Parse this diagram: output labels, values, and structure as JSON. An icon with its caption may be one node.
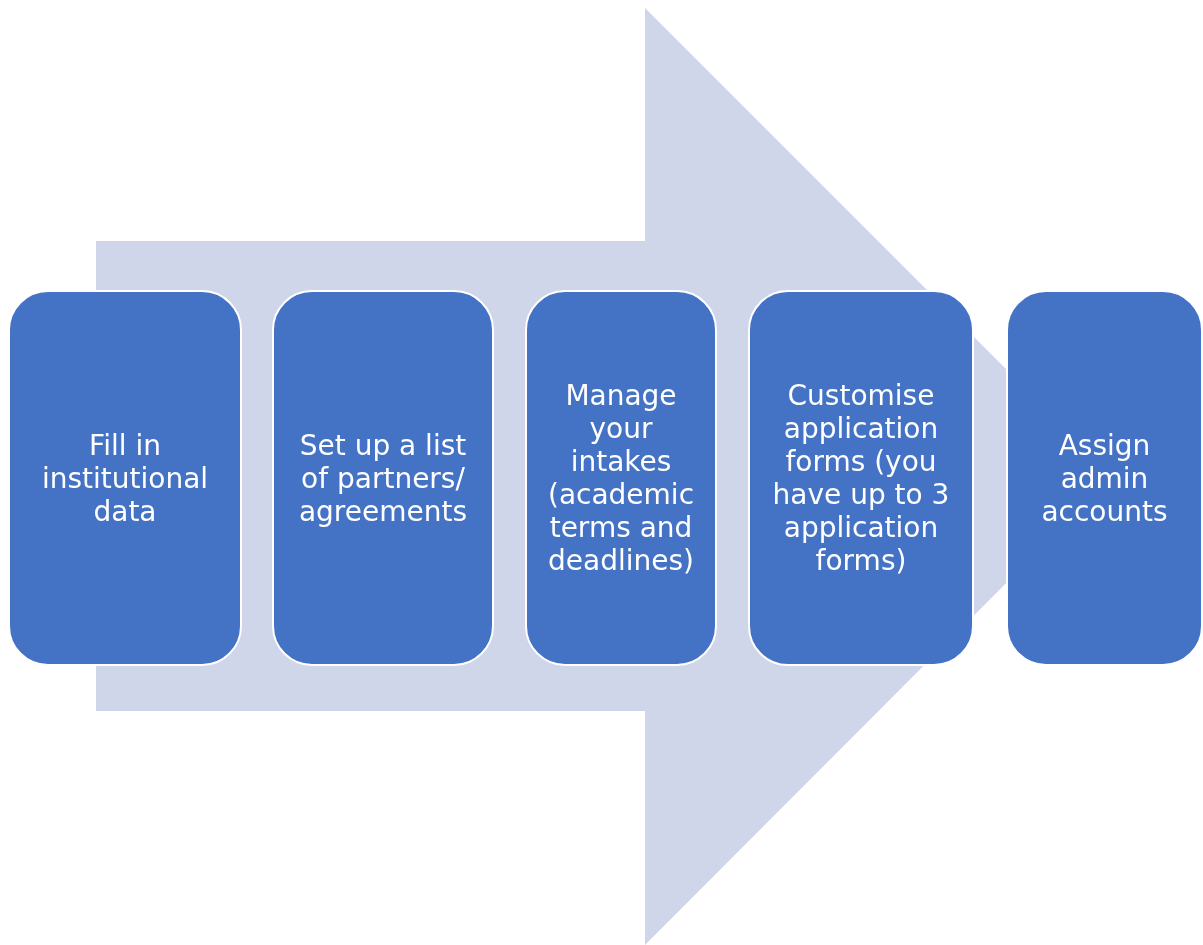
{
  "diagram": {
    "nodes": [
      {
        "text": [
          "Fill in institutional data"
        ]
      },
      {
        "text": [
          "Set up a list of partners/ agreements"
        ]
      },
      {
        "text": [
          "Manage your intakes (academic terms and deadlines)"
        ]
      },
      {
        "text": [
          "Customise application forms (you have up to 3 application forms)"
        ]
      },
      {
        "text": [
          "Assign admin accounts"
        ]
      }
    ],
    "edges": [
      {
        "from": 0,
        "to": 4,
        "arrow": "to",
        "style": "thick"
      }
    ]
  }
}
